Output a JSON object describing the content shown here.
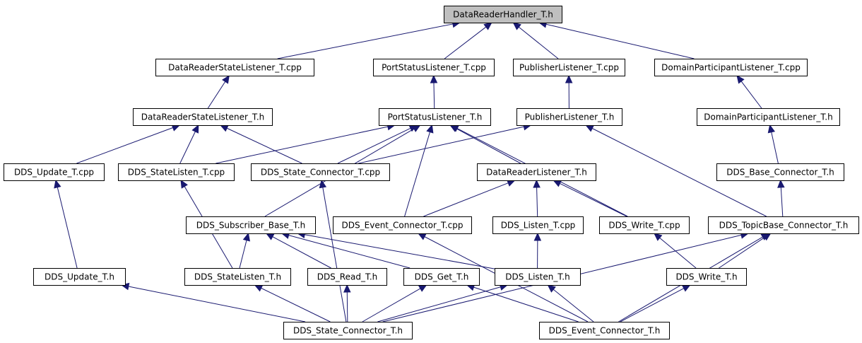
{
  "diagram": {
    "nodes": [
      {
        "id": "drh_h",
        "label": "DataReaderHandler_T.h",
        "highlighted": true
      },
      {
        "id": "drsl_cpp",
        "label": "DataReaderStateListener_T.cpp"
      },
      {
        "id": "psl_cpp",
        "label": "PortStatusListener_T.cpp"
      },
      {
        "id": "pl_cpp",
        "label": "PublisherListener_T.cpp"
      },
      {
        "id": "dpl_cpp",
        "label": "DomainParticipantListener_T.cpp"
      },
      {
        "id": "drsl_h",
        "label": "DataReaderStateListener_T.h"
      },
      {
        "id": "psl_h",
        "label": "PortStatusListener_T.h"
      },
      {
        "id": "pl_h",
        "label": "PublisherListener_T.h"
      },
      {
        "id": "dpl_h",
        "label": "DomainParticipantListener_T.h"
      },
      {
        "id": "upd_cpp",
        "label": "DDS_Update_T.cpp"
      },
      {
        "id": "sl_cpp",
        "label": "DDS_StateListen_T.cpp"
      },
      {
        "id": "sc_cpp",
        "label": "DDS_State_Connector_T.cpp"
      },
      {
        "id": "drl_h",
        "label": "DataReaderListener_T.h"
      },
      {
        "id": "bc_h",
        "label": "DDS_Base_Connector_T.h"
      },
      {
        "id": "sb_h",
        "label": "DDS_Subscriber_Base_T.h"
      },
      {
        "id": "ec_cpp",
        "label": "DDS_Event_Connector_T.cpp"
      },
      {
        "id": "lis_cpp",
        "label": "DDS_Listen_T.cpp"
      },
      {
        "id": "wr_cpp",
        "label": "DDS_Write_T.cpp"
      },
      {
        "id": "tbc_h",
        "label": "DDS_TopicBase_Connector_T.h"
      },
      {
        "id": "upd_h",
        "label": "DDS_Update_T.h"
      },
      {
        "id": "sl_h",
        "label": "DDS_StateListen_T.h"
      },
      {
        "id": "rd_h",
        "label": "DDS_Read_T.h"
      },
      {
        "id": "get_h",
        "label": "DDS_Get_T.h"
      },
      {
        "id": "lis_h",
        "label": "DDS_Listen_T.h"
      },
      {
        "id": "wr_h",
        "label": "DDS_Write_T.h"
      },
      {
        "id": "sc_h",
        "label": "DDS_State_Connector_T.h"
      },
      {
        "id": "ec_h",
        "label": "DDS_Event_Connector_T.h"
      }
    ],
    "edges": [
      {
        "from": "drsl_cpp",
        "to": "drh_h"
      },
      {
        "from": "psl_cpp",
        "to": "drh_h"
      },
      {
        "from": "pl_cpp",
        "to": "drh_h"
      },
      {
        "from": "dpl_cpp",
        "to": "drh_h"
      },
      {
        "from": "drsl_h",
        "to": "drsl_cpp"
      },
      {
        "from": "psl_h",
        "to": "psl_cpp"
      },
      {
        "from": "pl_h",
        "to": "pl_cpp"
      },
      {
        "from": "dpl_h",
        "to": "dpl_cpp"
      },
      {
        "from": "upd_cpp",
        "to": "drsl_h"
      },
      {
        "from": "sl_cpp",
        "to": "drsl_h"
      },
      {
        "from": "sc_cpp",
        "to": "drsl_h"
      },
      {
        "from": "sl_cpp",
        "to": "psl_h"
      },
      {
        "from": "sc_cpp",
        "to": "psl_h"
      },
      {
        "from": "sc_cpp",
        "to": "pl_h"
      },
      {
        "from": "drl_h",
        "to": "psl_h"
      },
      {
        "from": "sb_h",
        "to": "psl_h"
      },
      {
        "from": "ec_cpp",
        "to": "psl_h"
      },
      {
        "from": "wr_cpp",
        "to": "psl_h"
      },
      {
        "from": "tbc_h",
        "to": "pl_h"
      },
      {
        "from": "bc_h",
        "to": "dpl_h"
      },
      {
        "from": "ec_cpp",
        "to": "drl_h"
      },
      {
        "from": "lis_cpp",
        "to": "drl_h"
      },
      {
        "from": "wr_cpp",
        "to": "drl_h"
      },
      {
        "from": "tbc_h",
        "to": "bc_h"
      },
      {
        "from": "upd_h",
        "to": "upd_cpp"
      },
      {
        "from": "sl_h",
        "to": "sl_cpp"
      },
      {
        "from": "sc_h",
        "to": "sc_cpp"
      },
      {
        "from": "sl_h",
        "to": "sb_h"
      },
      {
        "from": "rd_h",
        "to": "sb_h"
      },
      {
        "from": "get_h",
        "to": "sb_h"
      },
      {
        "from": "lis_h",
        "to": "sb_h"
      },
      {
        "from": "lis_h",
        "to": "lis_cpp"
      },
      {
        "from": "ec_h",
        "to": "ec_cpp"
      },
      {
        "from": "wr_h",
        "to": "wr_cpp"
      },
      {
        "from": "wr_h",
        "to": "tbc_h"
      },
      {
        "from": "sc_h",
        "to": "tbc_h"
      },
      {
        "from": "ec_h",
        "to": "tbc_h"
      },
      {
        "from": "sc_h",
        "to": "upd_h"
      },
      {
        "from": "sc_h",
        "to": "sl_h"
      },
      {
        "from": "sc_h",
        "to": "rd_h"
      },
      {
        "from": "sc_h",
        "to": "get_h"
      },
      {
        "from": "sc_h",
        "to": "lis_h"
      },
      {
        "from": "ec_h",
        "to": "get_h"
      },
      {
        "from": "ec_h",
        "to": "lis_h"
      },
      {
        "from": "ec_h",
        "to": "wr_h"
      }
    ]
  }
}
